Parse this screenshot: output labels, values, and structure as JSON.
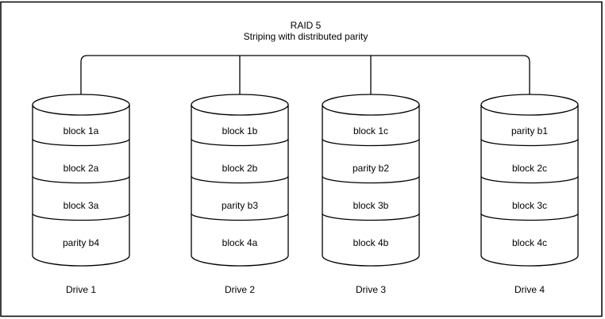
{
  "title": "RAID 5",
  "subtitle": "Striping with distributed parity",
  "colors": {
    "line": "#000000",
    "background": "#ffffff",
    "text": "#000000"
  },
  "drives": [
    {
      "label": "Drive 1",
      "blocks": [
        "block 1a",
        "block 2a",
        "block 3a",
        "parity b4"
      ]
    },
    {
      "label": "Drive 2",
      "blocks": [
        "block 1b",
        "block 2b",
        "parity b3",
        "block 4a"
      ]
    },
    {
      "label": "Drive 3",
      "blocks": [
        "block 1c",
        "parity b2",
        "block 3b",
        "block 4b"
      ]
    },
    {
      "label": "Drive 4",
      "blocks": [
        "parity b1",
        "block 2c",
        "block 3c",
        "block 4c"
      ]
    }
  ]
}
